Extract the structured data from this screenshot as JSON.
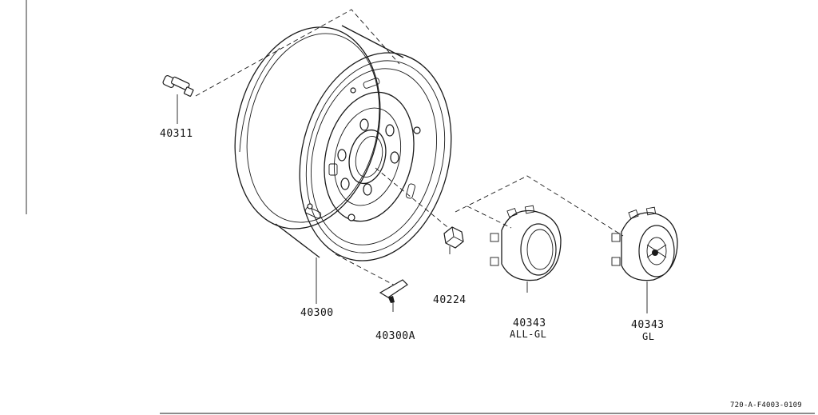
{
  "parts": [
    {
      "number": "40311",
      "note": ""
    },
    {
      "number": "40300",
      "note": ""
    },
    {
      "number": "40300A",
      "note": ""
    },
    {
      "number": "40224",
      "note": ""
    },
    {
      "number": "40343",
      "note": "ALL-GL"
    },
    {
      "number": "40343",
      "note": "GL"
    }
  ],
  "reference_code": "720-A-F4003-0109"
}
